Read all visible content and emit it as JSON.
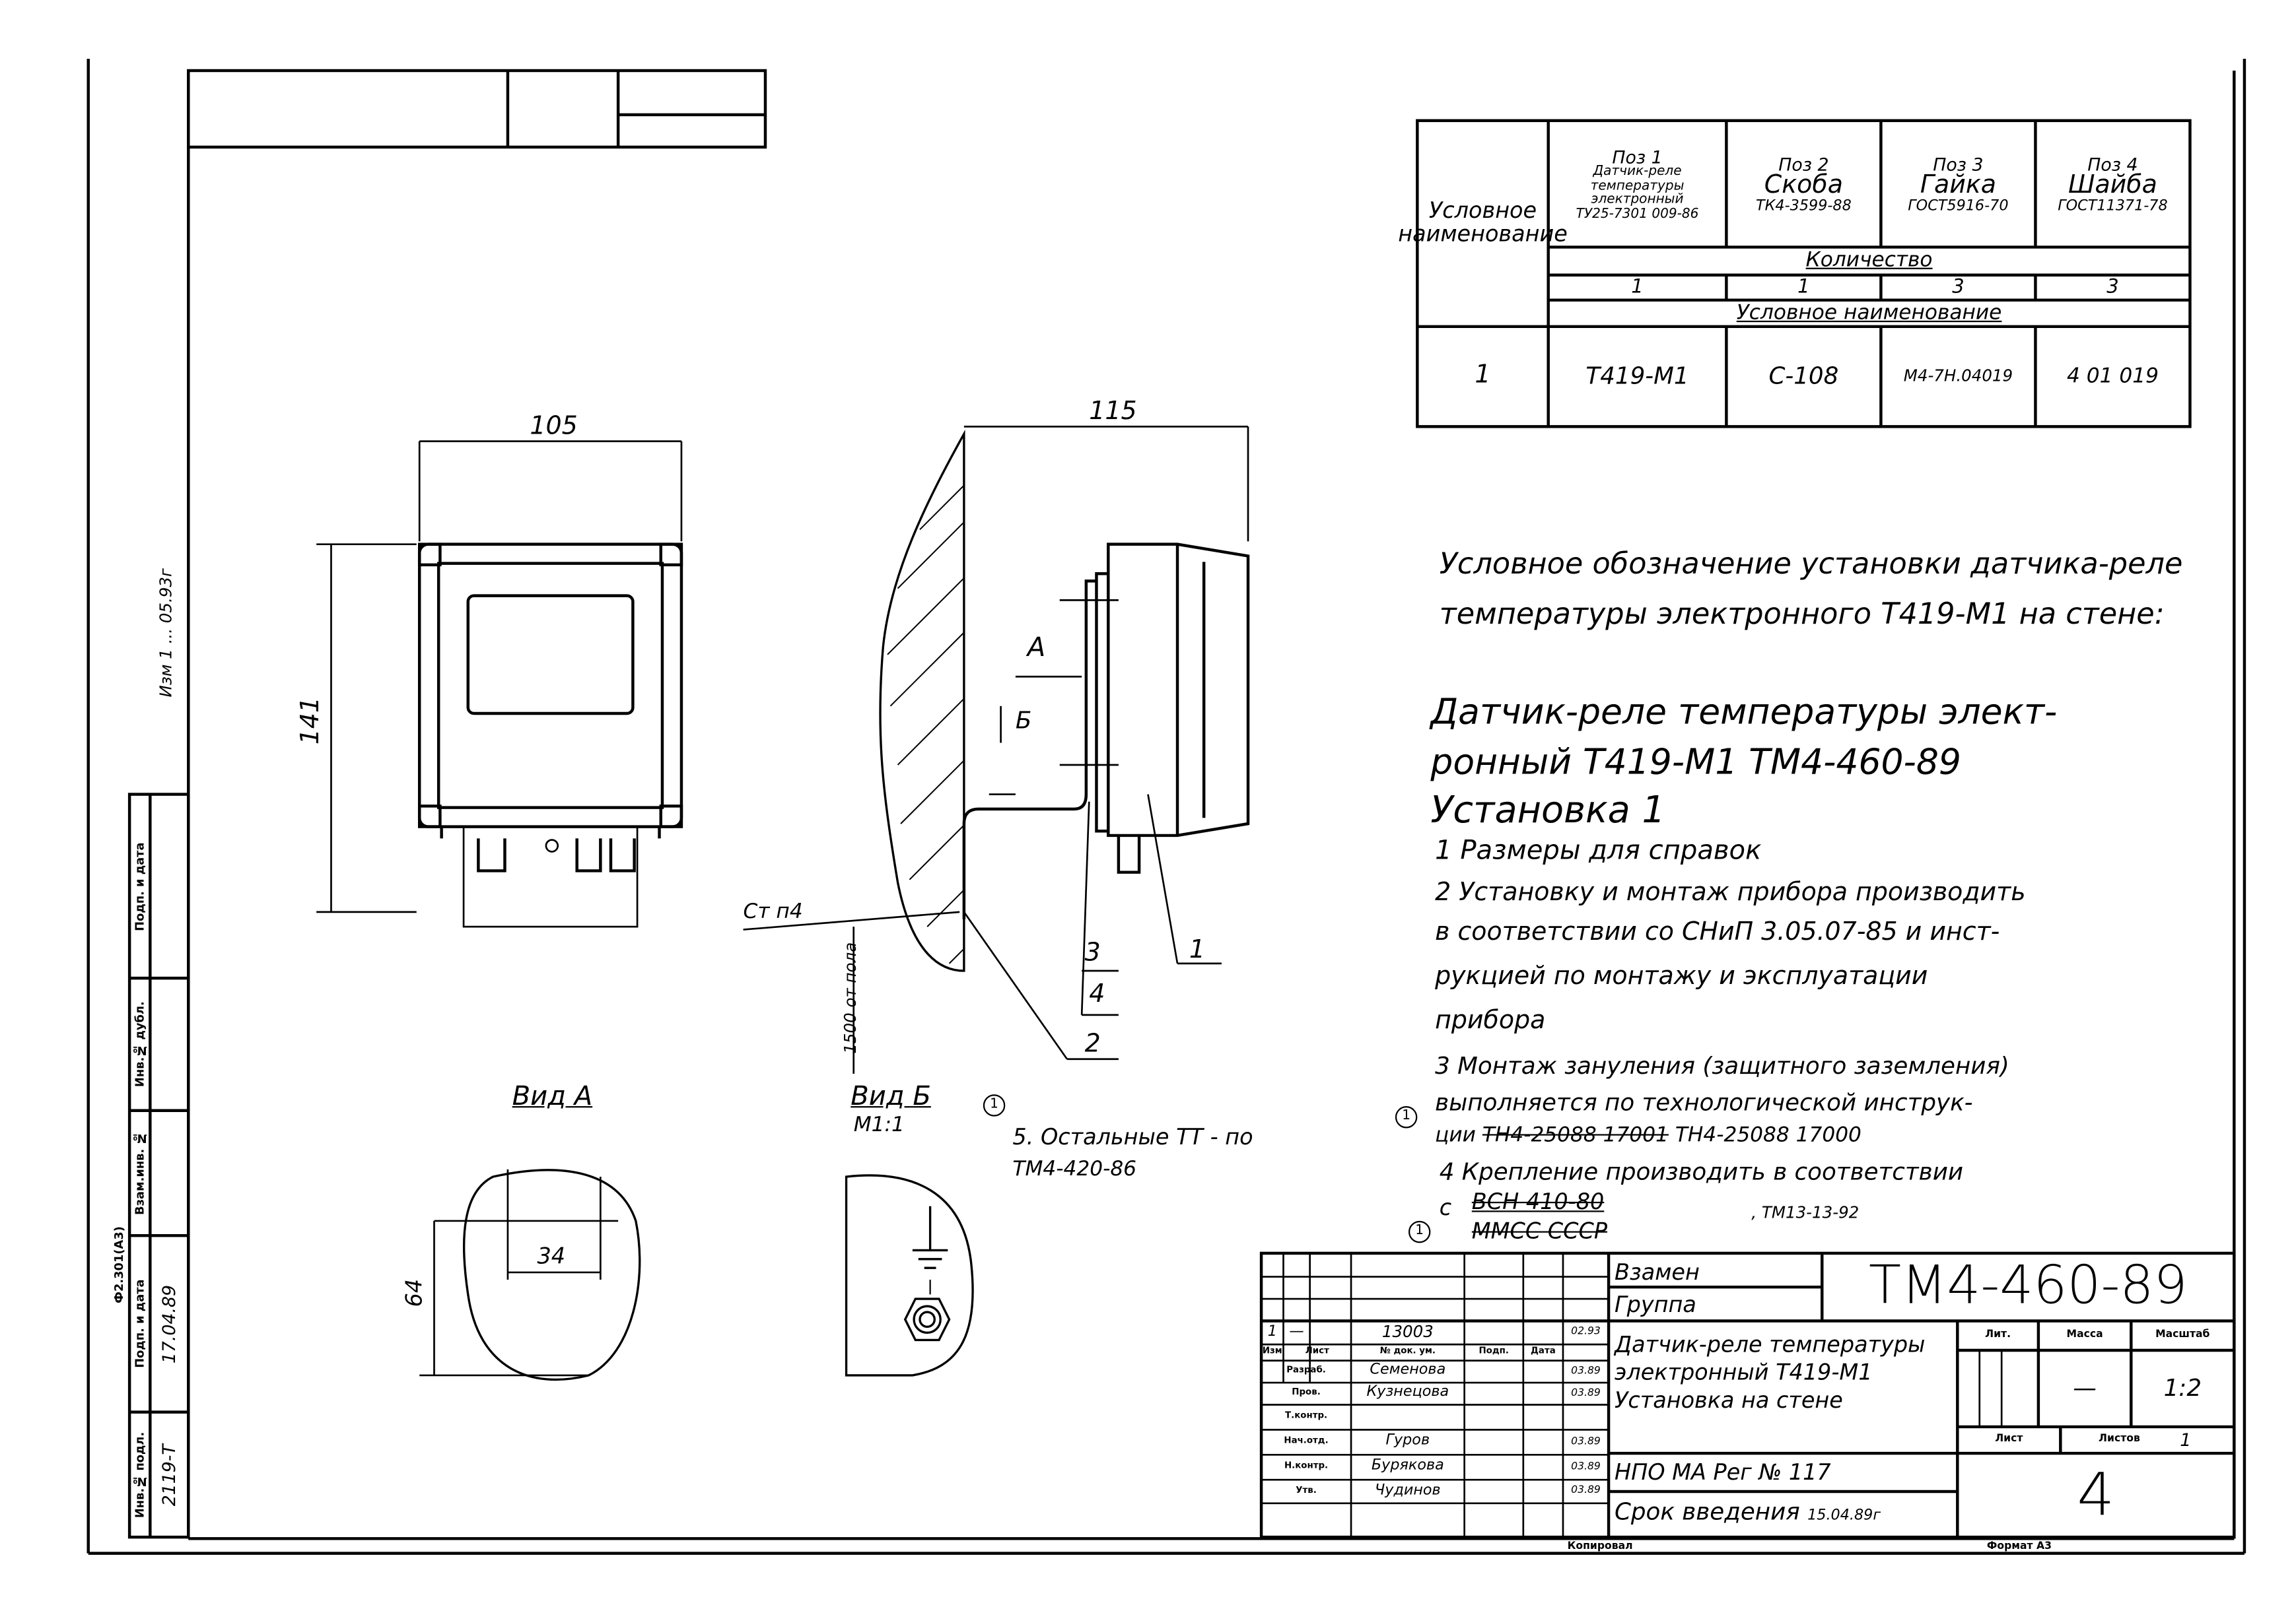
{
  "spec_table": {
    "row_header": "Условное наименование",
    "columns": [
      {
        "pos": "Поз 1",
        "name": "Датчик-реле температуры электронный",
        "doc": "ТУ25-7301 009-86",
        "qty": "1",
        "code": "Т419-М1"
      },
      {
        "pos": "Поз 2",
        "name": "Скоба",
        "doc": "ТК4-3599-88",
        "qty": "1",
        "code": "С-108"
      },
      {
        "pos": "Поз 3",
        "name": "Гайка",
        "doc": "ГОСТ5916-70",
        "qty": "3",
        "code": "М4-7Н.04019"
      },
      {
        "pos": "Поз 4",
        "name": "Шайба",
        "doc": "ГОСТ11371-78",
        "qty": "3",
        "code": "4 01 019"
      }
    ],
    "qty_header": "Количество",
    "name_header": "Условное наименование",
    "row_label": "1"
  },
  "notes": {
    "designation_title": "Условное обозначение установки датчика-реле температуры электронного Т419-М1 на стене:",
    "designation_line1": "Датчик-реле температуры элект-",
    "designation_line2": "ронный Т419-М1  ТМ4-460-89",
    "install": "Установка 1",
    "n1": "1 Размеры для справок",
    "n2a": "2 Установку и монтаж прибора производить",
    "n2b": "в соответствии со СНиП 3.05.07-85 и инст-",
    "n2c": "рукцией по монтажу и эксплуатации",
    "n2d": "прибора",
    "n3a": "3 Монтаж зануления (защитного заземления)",
    "n3b": "выполняется по технологической инструк-",
    "n3c": "ции",
    "n3_struck": "ТН4-25088 17001",
    "n3_new": "ТН4-25088 17000",
    "n4a": "4 Крепление производить в соответствии",
    "n4b": "с",
    "n4_struck_top": "ВСН 410-80",
    "n4_struck_bottom": "ММСС СССР",
    "n4_new": ", ТМ13-13-92",
    "n5": "5. Остальные ТТ - по",
    "n5b": "ТМ4-420-86",
    "rev_mark": "1"
  },
  "drawing": {
    "dim_width_front": "105",
    "dim_height_front": "141",
    "dim_depth_side": "115",
    "view_a_label": "Вид А",
    "view_b_label": "Вид Б",
    "view_b_scale": "М1:1",
    "arrow_a": "А",
    "arrow_b": "Б",
    "wall_label": "Ст п4",
    "floor_label": "1500 от пола",
    "dim_hole_spacing": "34",
    "dim_hole_height": "64",
    "callouts": [
      "1",
      "2",
      "3",
      "4"
    ]
  },
  "left_strip": {
    "labels": [
      "Инв.№ подл.",
      "Подп. и дата",
      "Взам.инв. №",
      "Инв.№ дубл.",
      "Подп. и дата"
    ],
    "values": [
      "2119-Т",
      "17.04.89",
      "",
      "",
      ""
    ],
    "format_code": "Ф2.301(А3)",
    "handwritten_note": "Изм 1 ... 05.93г"
  },
  "title_block": {
    "doc_number": "ТМ4-460-89",
    "replaces_label": "Взамен",
    "group_label": "Группа",
    "title": "Датчик-реле температуры электронный Т419-М1 Установка на стене",
    "org": "НПО МА Рег № 117",
    "effective": "Срок введения",
    "effective_date": "15.04.89г",
    "rev": {
      "izm": "1",
      "list": "—",
      "doc": "13003",
      "date": "02.93"
    },
    "col_headers": [
      "Изм",
      "Лист",
      "№ док. ум.",
      "Подп.",
      "Дата"
    ],
    "people": [
      {
        "role": "Разраб.",
        "name": "Семенова",
        "date": "03.89"
      },
      {
        "role": "Пров.",
        "name": "Кузнецова",
        "date": "03.89"
      },
      {
        "role": "Т.контр.",
        "name": "",
        "date": ""
      },
      {
        "role": "Нач.отд.",
        "name": "Гуров",
        "date": "03.89"
      },
      {
        "role": "Н.контр.",
        "name": "Бурякова",
        "date": "03.89"
      },
      {
        "role": "Утв.",
        "name": "Чудинов",
        "date": "03.89"
      }
    ],
    "lit_label": "Лит.",
    "mass_label": "Масса",
    "scale_label": "Масштаб",
    "mass_value": "—",
    "scale_value": "1:2",
    "sheet_label": "Лист",
    "sheets_label": "Листов",
    "sheets_value": "1",
    "sheet_code": "4",
    "copied_label": "Копировал",
    "format_label": "Формат А3"
  }
}
